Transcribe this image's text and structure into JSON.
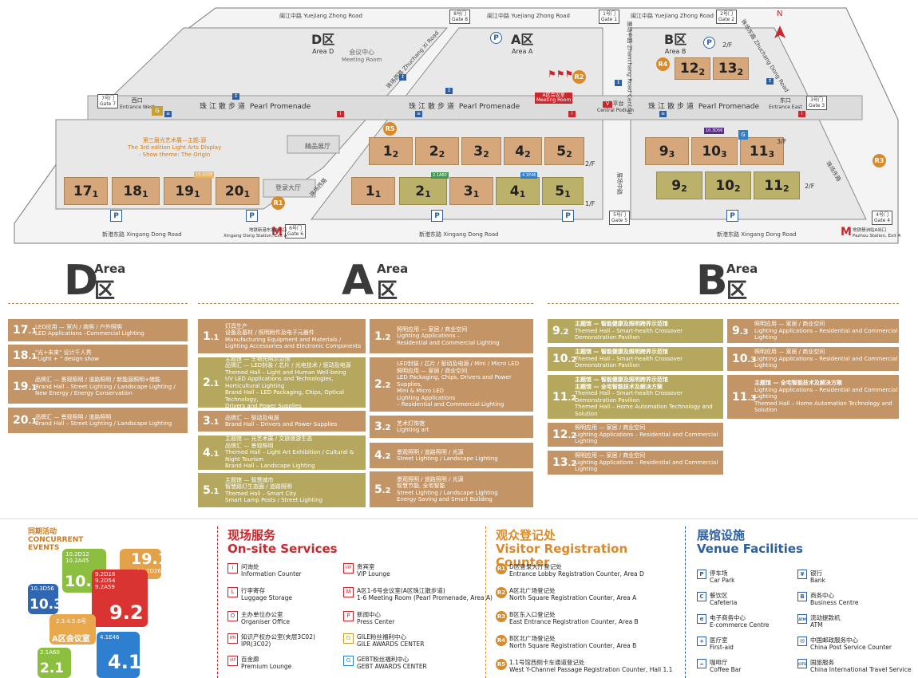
{
  "map": {
    "north": "N",
    "roads": {
      "top1": "闽江中路 Yuejiang Zhong Road",
      "top2": "闽江中路 Yuejiang Zhong Road",
      "top3": "闽江中路 Yuejiang Zhong Road",
      "bottom1": "新港东路 Xingang Dong Road",
      "bottom2": "新港东路 Xingang Dong Road",
      "bottom3": "新港东路 Xingang Dong Road",
      "zhuchang_xi": "珠场西路 Zhuchang Xi Road",
      "zhuchang_xi2": "珠场西路",
      "zhanchang_zhong": "展场中路 Zhanchang Road Central",
      "zhanchang_zhong2": "展场中路",
      "zhuchang_dong": "珠场东路 Zhuchang Dong Road",
      "zhuchang_dong2": "珠场东路"
    },
    "gates": {
      "g1": "1号门\nGate 1",
      "g2": "2号门\nGate 2",
      "g3": "3号门\nGate 3",
      "g4": "4号门\nGate 4",
      "g5": "5号门\nGate 5",
      "g6": "6号门\nGate 6",
      "g7": "7号门\nGate 7",
      "g8": "8号门\nGate 8"
    },
    "areas": {
      "d": {
        "cn": "D区",
        "en": "Area D"
      },
      "a": {
        "cn": "A区",
        "en": "Area A"
      },
      "b": {
        "cn": "B区",
        "en": "Area B"
      }
    },
    "meeting_room": {
      "cn": "会议中心",
      "en": "Meeting Room"
    },
    "entrance_west": {
      "cn": "西口",
      "en": "Entrance West"
    },
    "entrance_east": {
      "cn": "东口",
      "en": "Entrance East"
    },
    "central_podium": {
      "cn": "中平台",
      "en": "Central Podium"
    },
    "promenade_w": {
      "cn": "珠江散步道",
      "en": "Pearl Promenade"
    },
    "promenade_a": {
      "cn": "珠江散步道",
      "en": "Pearl Promenade"
    },
    "promenade_b": {
      "cn": "珠江散步道",
      "en": "Pearl Promenade"
    },
    "a_meeting": {
      "cn": "A区会议室",
      "en": "Meeting Room"
    },
    "boutique": "精品展厅",
    "reg_hall": "登录大厅",
    "light_art": {
      "l1": "第三届光艺术展—主题:源",
      "l2": "The 3rd edition Light Arts Display",
      "l3": "- Show theme: The Origin"
    },
    "floors": {
      "a2": "2/F",
      "a1": "1/F",
      "b3": "3/F",
      "b2": "2/F",
      "b12": "2/F"
    },
    "halls_d": [
      {
        "n": "17",
        "s": "1"
      },
      {
        "n": "18",
        "s": "1"
      },
      {
        "n": "19",
        "s": "1"
      },
      {
        "n": "20",
        "s": "1"
      }
    ],
    "halls_a_top": [
      {
        "n": "1",
        "s": "2"
      },
      {
        "n": "2",
        "s": "2"
      },
      {
        "n": "3",
        "s": "2"
      },
      {
        "n": "4",
        "s": "2"
      },
      {
        "n": "5",
        "s": "2"
      }
    ],
    "halls_a_bot": [
      {
        "n": "1",
        "s": "1"
      },
      {
        "n": "2",
        "s": "1"
      },
      {
        "n": "3",
        "s": "1"
      },
      {
        "n": "4",
        "s": "1"
      },
      {
        "n": "5",
        "s": "1"
      }
    ],
    "halls_b_top": [
      {
        "n": "12",
        "s": "2"
      },
      {
        "n": "13",
        "s": "2"
      }
    ],
    "halls_b_mid": [
      {
        "n": "9",
        "s": "3"
      },
      {
        "n": "10",
        "s": "3"
      },
      {
        "n": "11",
        "s": "3"
      }
    ],
    "halls_b_bot": [
      {
        "n": "9",
        "s": "2"
      },
      {
        "n": "10",
        "s": "2"
      },
      {
        "n": "11",
        "s": "2"
      }
    ],
    "tags": {
      "t191": "19.1D26",
      "t21": "2.1A60",
      "t41": "4.1E46",
      "t103": "10.3D56"
    },
    "metro_d": {
      "cn": "地铁新港东站A出口",
      "en": "Xingang Dong Station, Exit A"
    },
    "metro_b": {
      "cn": "地铁琶洲站A出口",
      "en": "Pazhou Station, Exit A"
    },
    "reg_badges": [
      "R1",
      "R2",
      "R3",
      "R4",
      "R5"
    ]
  },
  "area_titles": {
    "d": {
      "big": "D",
      "small": "Area",
      "cn": "区"
    },
    "a": {
      "big": "A",
      "small": "Area",
      "cn": "区"
    },
    "b": {
      "big": "B",
      "small": "Area",
      "cn": "区"
    }
  },
  "listing_d": [
    {
      "n": "17",
      "s": ".1",
      "cn": "LED应用 — 室内 / 商照 / 户外照明",
      "en": "LED Applications –Commercial Lighting"
    },
    {
      "n": "18",
      "s": ".1",
      "cn": "\"光+未来\" 设计千人秀",
      "en": "\"Light + \" design show"
    },
    {
      "n": "19",
      "s": ".1",
      "cn": "品牌汇 — 景观照明 / 道路照明 / 新能源照明+储能",
      "en": "Brand Hall – Street Lighting / Landscape Lighting / New Energy / Energy Conservation"
    },
    {
      "n": "20",
      "s": ".1",
      "cn": "品牌汇 — 景观照明 / 道路照明",
      "en": "Brand Hall – Street Lighting / Landscape Lighting"
    }
  ],
  "listing_a_left": [
    {
      "n": "1",
      "s": ".1",
      "cn": "灯具生产\n设备及基材 / 照明附件及电子元器件",
      "en": "Manufacturing Equipment and Materials /\nLighting Accessories and Electronic Components"
    },
    {
      "n": "2",
      "s": ".1",
      "cn": "主题馆 — 生物光照示范馆\n品牌汇 — LED封装 / 芯片 / 光电技术 / 驱动及电源",
      "en": "Themed Hall – Light and Human Well-being\nUV LED Applications and Technologies, Horticultural Lighting\nBrand Hall – LED Packaging, Chips, Optical Technology,\nDrivers and Power Supplies"
    },
    {
      "n": "3",
      "s": ".1",
      "cn": "品牌汇 — 驱动及电源",
      "en": "Brand Hall – Drivers and Power Supplies"
    },
    {
      "n": "4",
      "s": ".1",
      "cn": "主题馆 — 光艺术展 / 文旅夜游生态\n品牌汇 — 景观照明",
      "en": "Themed Hall – Light Art Exhibition / Cultural & Night Tourism\nBrand Hall – Landscape Lighting"
    },
    {
      "n": "5",
      "s": ".1",
      "cn": "主题馆 — 智慧城市\n智慧路灯生态圈 / 道路照明",
      "en": "Themed Hall – Smart City\nSmart Lamp Posts / Street Lighting"
    }
  ],
  "listing_a_right": [
    {
      "n": "1",
      "s": ".2",
      "cn": "照明应用 — 家居 / 商业空间",
      "en": "Lighting Applications –\nResidential and Commercial Lighting"
    },
    {
      "n": "2",
      "s": ".2",
      "cn": "LED封装 / 芯片 / 驱动及电源 / Mini / Micro LED\n照明应用 — 家居 / 商业空间",
      "en": "LED Packaging, Chips, Drivers and Power Supplies,\nMini & Micro LED\nLighting Applications\n– Residential and Commercial Lighting"
    },
    {
      "n": "3",
      "s": ".2",
      "cn": "艺术灯饰馆",
      "en": "Lighting art"
    },
    {
      "n": "4",
      "s": ".2",
      "cn": "景观照明 / 道路照明 / 光源",
      "en": "Street Lighting / Landscape Lighting"
    },
    {
      "n": "5",
      "s": ".2",
      "cn": "景观照明 / 道路照明 / 光源\n智慧节能, 全宅智能",
      "en": "Street Lighting / Landscape Lighting\nEnergy Saving and Smart Building"
    }
  ],
  "listing_b_left": [
    {
      "n": "9",
      "s": ".2",
      "cn": "主题馆 — 智能健康及照明跨界示范馆",
      "en": "Themed Hall – Smart-health Crossover Demonstration Pavilion"
    },
    {
      "n": "10",
      "s": ".2",
      "cn": "主题馆 — 智能健康及照明跨界示范馆",
      "en": "Themed Hall – Smart-health Crossover Demonstration Pavilion"
    },
    {
      "n": "11",
      "s": ".2",
      "cn": "主题馆 — 智能健康及照明跨界示范馆\n主题馆 — 全宅智能技术及解决方案",
      "en": "Themed Hall – Smart-health Crossover Demonstration Pavilion\nThemed Hall – Home Automation Technology and Solution"
    },
    {
      "n": "12",
      "s": ".2",
      "cn": "照明应用 — 家居 / 商业空间",
      "en": "Lighting Applications – Residential and Commercial Lighting"
    },
    {
      "n": "13",
      "s": ".2",
      "cn": "照明应用 — 家居 / 商业空间",
      "en": "Lighting Applications – Residential and Commercial Lighting"
    }
  ],
  "listing_b_right": [
    {
      "n": "9",
      "s": ".3",
      "cn": "照明应用 — 家居 / 商业空间",
      "en": "Lighting Applications – Residential and Commercial Lighting"
    },
    {
      "n": "10",
      "s": ".3",
      "cn": "照明应用 — 家居 / 商业空间",
      "en": "Lighting Applications – Residential and Commercial Lighting"
    },
    {
      "n": "11",
      "s": ".3",
      "cn": "主题馆 — 全宅智能技术及解决方案",
      "en": "Lighting Applications – Residential and Commercial Lighting\nThemed Hall – Home Automation Technology and Solution"
    }
  ],
  "concurrent": {
    "title_cn": "同期活动",
    "title_en1": "CONCURRENT",
    "title_en2": "EVENTS",
    "blocks": [
      {
        "big": "10.2",
        "small": "10.2D12\n10.2A45",
        "color": "#8cbf3f"
      },
      {
        "big": "19.1",
        "small": "19.1D26",
        "color": "#e2a24a"
      },
      {
        "big": "10.3",
        "small": "10.3D56",
        "color": "#2f67b3"
      },
      {
        "big": "9.2",
        "small": "9.2D16\n9.2D54\n9.2A59",
        "color": "#d93431"
      },
      {
        "big": "A区会议室",
        "small": "2.3.4.5.6号",
        "color": "#e9a84c"
      },
      {
        "big": "2.1",
        "small": "2.1A60",
        "color": "#8cbf3f"
      },
      {
        "big": "4.1",
        "small": "4.1E46",
        "color": "#2f7fd0"
      }
    ]
  },
  "services": {
    "title_cn": "现场服务",
    "title_en": "On-site Services",
    "col1": [
      {
        "icon": "i",
        "cn": "问询处",
        "en": "Information Counter"
      },
      {
        "icon": "L",
        "cn": "行李寄存",
        "en": "Luggage Storage"
      },
      {
        "icon": "O",
        "cn": "主办单位办公室",
        "en": "Organiser Office"
      },
      {
        "icon": "IPR",
        "cn": "知识产权办公室(夹层3C02)",
        "en": "IPR(3C02)"
      },
      {
        "icon": "VIP",
        "cn": "百金廊",
        "en": "Premium Lounge"
      }
    ],
    "col2": [
      {
        "icon": "VIP",
        "cn": "贵宾室",
        "en": "VIP Lounge"
      },
      {
        "icon": "M",
        "cn": "A区1-6号会议室(A区珠江散步道)",
        "en": "1-6 Meeting Room (Pearl Promenade, Area A)"
      },
      {
        "icon": "P",
        "cn": "新闻中心",
        "en": "Press Center"
      },
      {
        "icon": "G",
        "cn": "GILE粉丝福利中心",
        "en": "GILE AWARDS CENTER"
      },
      {
        "icon": "G",
        "cn": "GEBT粉丝福利中心",
        "en": "GEBT AWARDS CENTER"
      }
    ]
  },
  "registration": {
    "title_cn": "观众登记处",
    "title_en": "Visitor Registration Counter",
    "items": [
      {
        "icon": "R1",
        "cn": "D区登录大厅登记处",
        "en": "Entrance Lobby Registration Counter, Area D"
      },
      {
        "icon": "R2",
        "cn": "A区北广场登记处",
        "en": "North Square Registration Counter, Area A"
      },
      {
        "icon": "R3",
        "cn": "B区东入口登记处",
        "en": "East Entrance Registration Counter, Area B"
      },
      {
        "icon": "R4",
        "cn": "B区北广场登记处",
        "en": "North Square Registration Counter, Area B"
      },
      {
        "icon": "R5",
        "cn": "1.1号馆西侧卡车通道登记处",
        "en": "West Y-Channel Passage Registration Counter, Hall 1.1"
      }
    ]
  },
  "facilities": {
    "title_cn": "展馆设施",
    "title_en": "Venue Facilities",
    "col1": [
      {
        "icon": "P",
        "cn": "停车场",
        "en": "Car Park"
      },
      {
        "icon": "C",
        "cn": "餐饮区",
        "en": "Cafeteria"
      },
      {
        "icon": "e",
        "cn": "电子商务中心",
        "en": "E-commerce Centre"
      },
      {
        "icon": "+",
        "cn": "医疗室",
        "en": "First-aid"
      },
      {
        "icon": "☕",
        "cn": "咖啡厅",
        "en": "Coffee Bar"
      }
    ],
    "col2": [
      {
        "icon": "¥",
        "cn": "银行",
        "en": "Bank"
      },
      {
        "icon": "B",
        "cn": "商务中心",
        "en": "Business Centre"
      },
      {
        "icon": "ATM",
        "cn": "流动提款机",
        "en": "ATM"
      },
      {
        "icon": "✉",
        "cn": "中国邮政服务中心",
        "en": "China Post Service Counter"
      },
      {
        "icon": "CITS",
        "cn": "国旅服务",
        "en": "China International Travel Service"
      }
    ]
  }
}
